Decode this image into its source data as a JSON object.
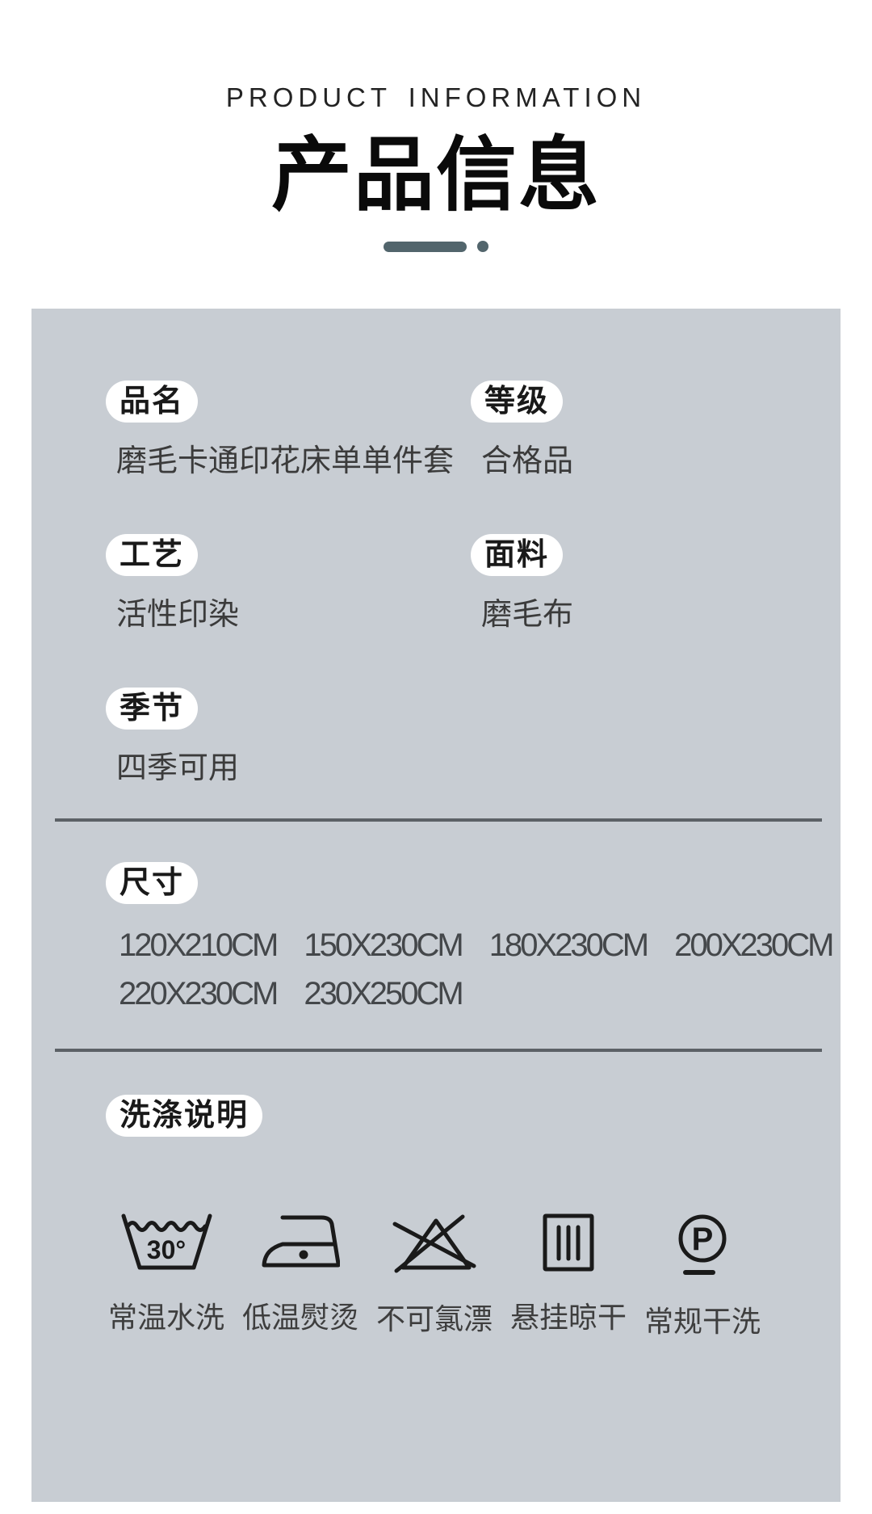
{
  "header": {
    "eyebrow": "PRODUCT INFORMATION",
    "title": "产品信息"
  },
  "colors": {
    "accent": "#52656c",
    "card_bg": "#c8cdd3",
    "divider": "#5c6166"
  },
  "fields": [
    {
      "label": "品名",
      "value": "磨毛卡通印花床单单件套"
    },
    {
      "label": "等级",
      "value": "合格品"
    },
    {
      "label": "工艺",
      "value": "活性印染"
    },
    {
      "label": "面料",
      "value": "磨毛布"
    },
    {
      "label": "季节",
      "value": "四季可用"
    }
  ],
  "sizes": {
    "label": "尺寸",
    "rows": [
      [
        "120X210CM",
        "150X230CM",
        "180X230CM",
        "200X230CM"
      ],
      [
        "220X230CM",
        "230X250CM"
      ]
    ]
  },
  "care": {
    "label": "洗涤说明",
    "items": [
      {
        "icon": "wash-30-icon",
        "icon_text": "30°",
        "label": "常温水洗"
      },
      {
        "icon": "iron-low-icon",
        "label": "低温熨烫"
      },
      {
        "icon": "no-chlorine-bleach-icon",
        "label": "不可氯漂"
      },
      {
        "icon": "hang-dry-icon",
        "label": "悬挂晾干"
      },
      {
        "icon": "dry-clean-p-icon",
        "label": "常规干洗"
      }
    ]
  }
}
